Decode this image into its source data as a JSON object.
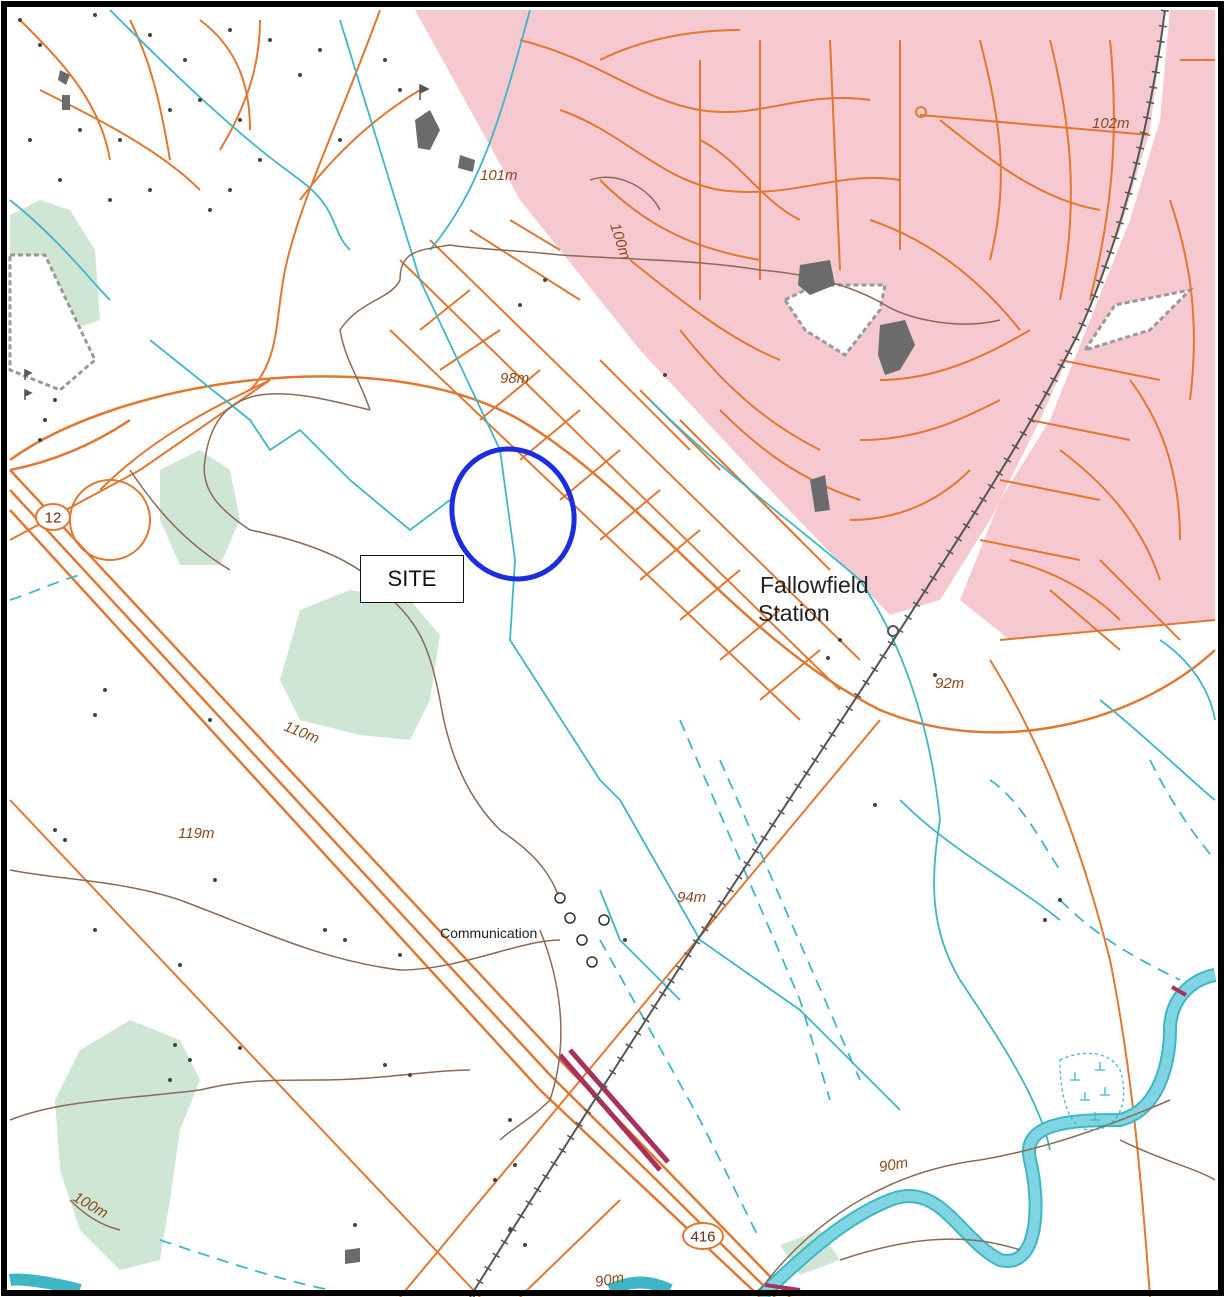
{
  "map": {
    "site_label": "SITE",
    "place_label_line1": "Fallowfield",
    "place_label_line2": "Station",
    "poi_label": "Communication",
    "route_shields": [
      "12",
      "416"
    ],
    "elevation_labels": [
      "101m",
      "102m",
      "100m",
      "98m",
      "92m",
      "110m",
      "119m",
      "94m",
      "90m",
      "90m",
      "100m"
    ],
    "colors": {
      "residential_fill": "#f6c9d0",
      "road": "#e07832",
      "watercourse": "#3fb6c6",
      "woodland": "#cfe6d5",
      "contour": "#8a6a55",
      "railway": "#555555",
      "site_marker": "#1a2de0",
      "building": "#6b6b6b"
    }
  }
}
